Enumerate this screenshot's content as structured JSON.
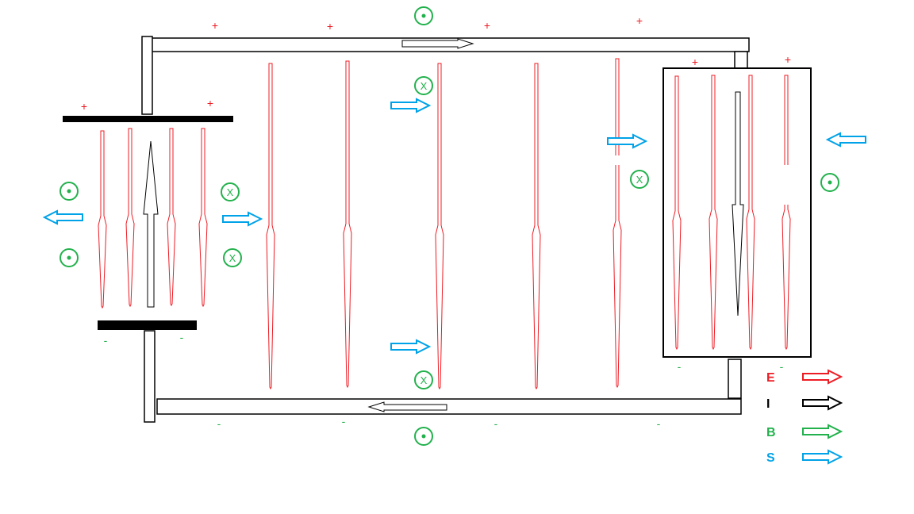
{
  "colors": {
    "E": "#ed1c24",
    "I": "#000000",
    "B": "#22b14c",
    "S": "#00a2e8",
    "wire": "#000000",
    "background": "#ffffff"
  },
  "symbols": {
    "plus": "+",
    "minus": "-",
    "into_page": "X",
    "out_of_page": "dot"
  },
  "legend": [
    {
      "letter": "E",
      "color": "#ed1c24"
    },
    {
      "letter": "I",
      "color": "#000000"
    },
    {
      "letter": "B",
      "color": "#22b14c"
    },
    {
      "letter": "S",
      "color": "#00a2e8"
    }
  ]
}
